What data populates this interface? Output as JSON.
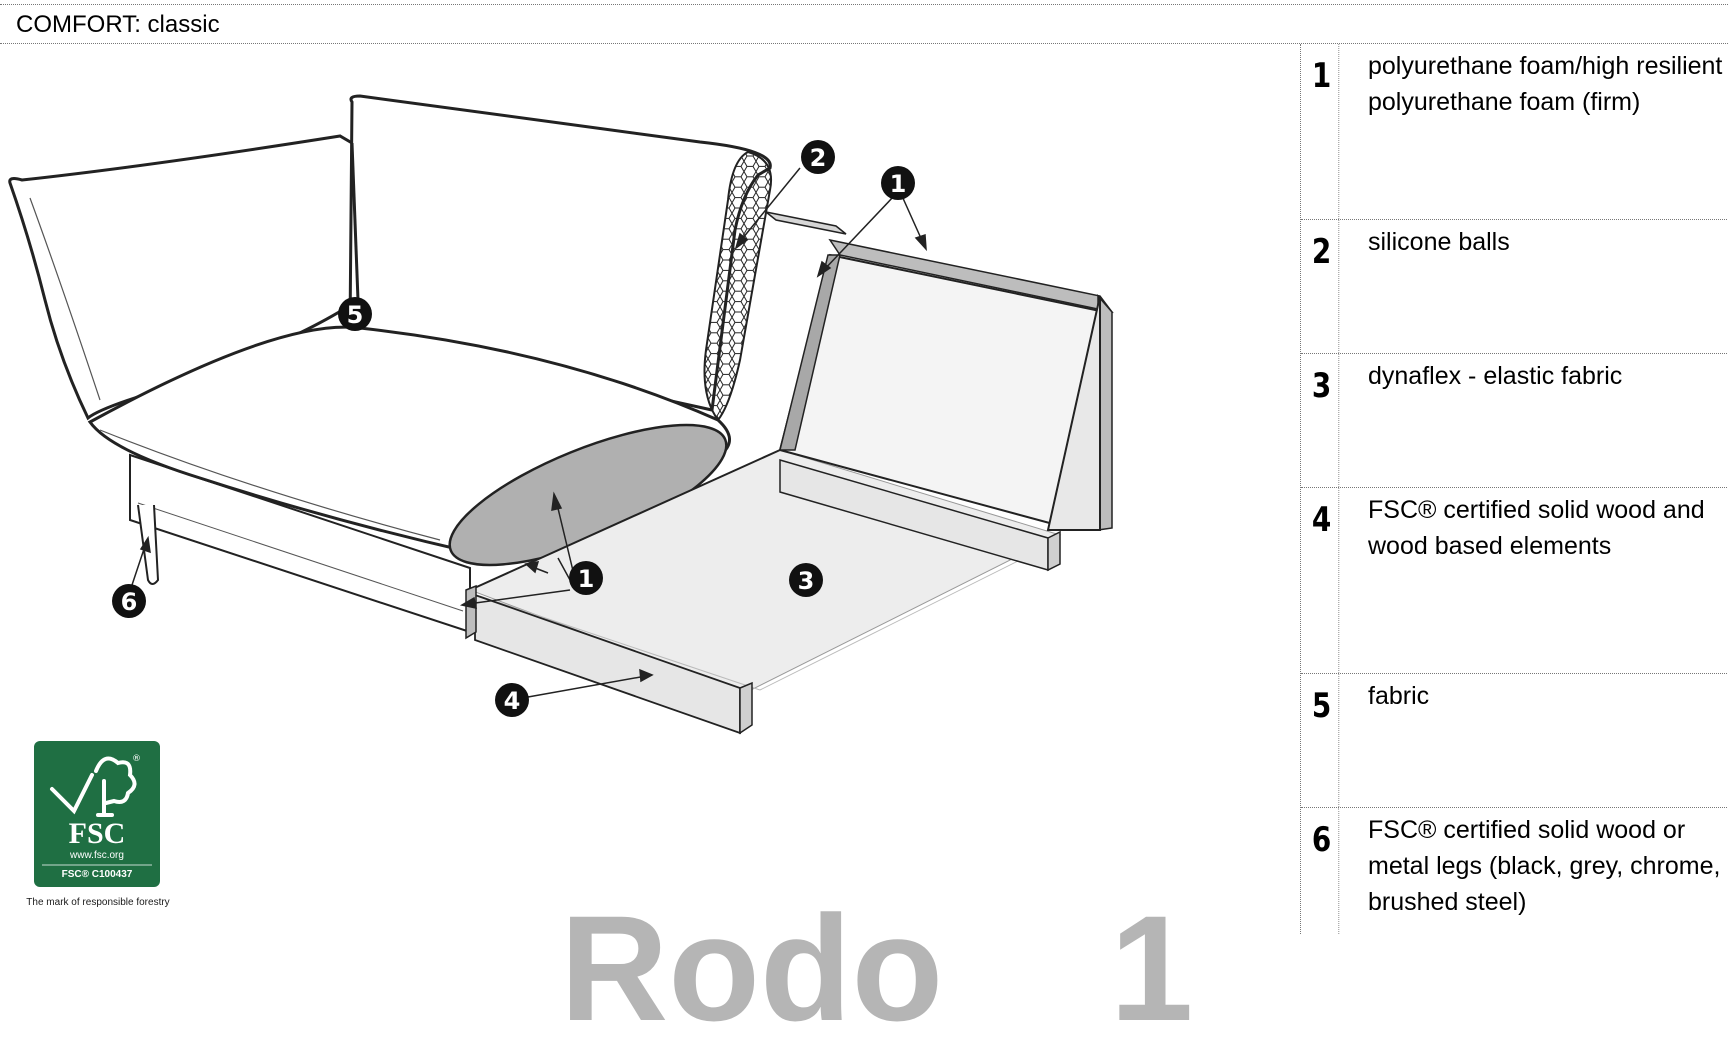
{
  "header": {
    "title": "COMFORT: classic"
  },
  "legend": [
    {
      "number": "1",
      "text": "polyurethane foam/high resilient polyurethane foam (firm)"
    },
    {
      "number": "2",
      "text": "silicone balls"
    },
    {
      "number": "3",
      "text": "dynaflex - elastic fabric"
    },
    {
      "number": "4",
      "text": "FSC® certified solid wood and wood based elements"
    },
    {
      "number": "5",
      "text": "fabric"
    },
    {
      "number": "6",
      "text": "FSC® certified solid wood or metal legs (black, grey, chrome, brushed steel)"
    }
  ],
  "callouts": [
    "1",
    "1",
    "2",
    "3",
    "4",
    "5",
    "6"
  ],
  "fsc": {
    "name": "FSC",
    "url": "www.fsc.org",
    "code": "FSC® C100437",
    "tagline": "The mark of responsible forestry",
    "color": "#1f6f43"
  },
  "watermark": {
    "text": "Rodo    1"
  }
}
